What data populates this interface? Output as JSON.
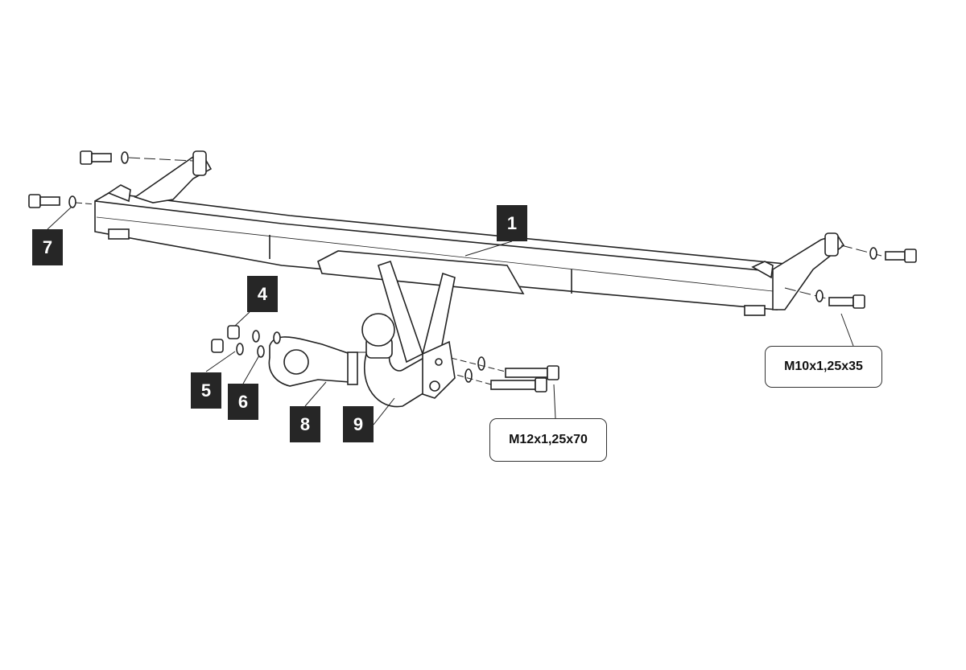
{
  "part_labels": {
    "p1": "1",
    "p4": "4",
    "p5": "5",
    "p6": "6",
    "p7": "7",
    "p8": "8",
    "p9": "9"
  },
  "bolt_specs": {
    "side_bolt": "M10x1,25x35",
    "center_bolt": "M12x1,25x70"
  }
}
